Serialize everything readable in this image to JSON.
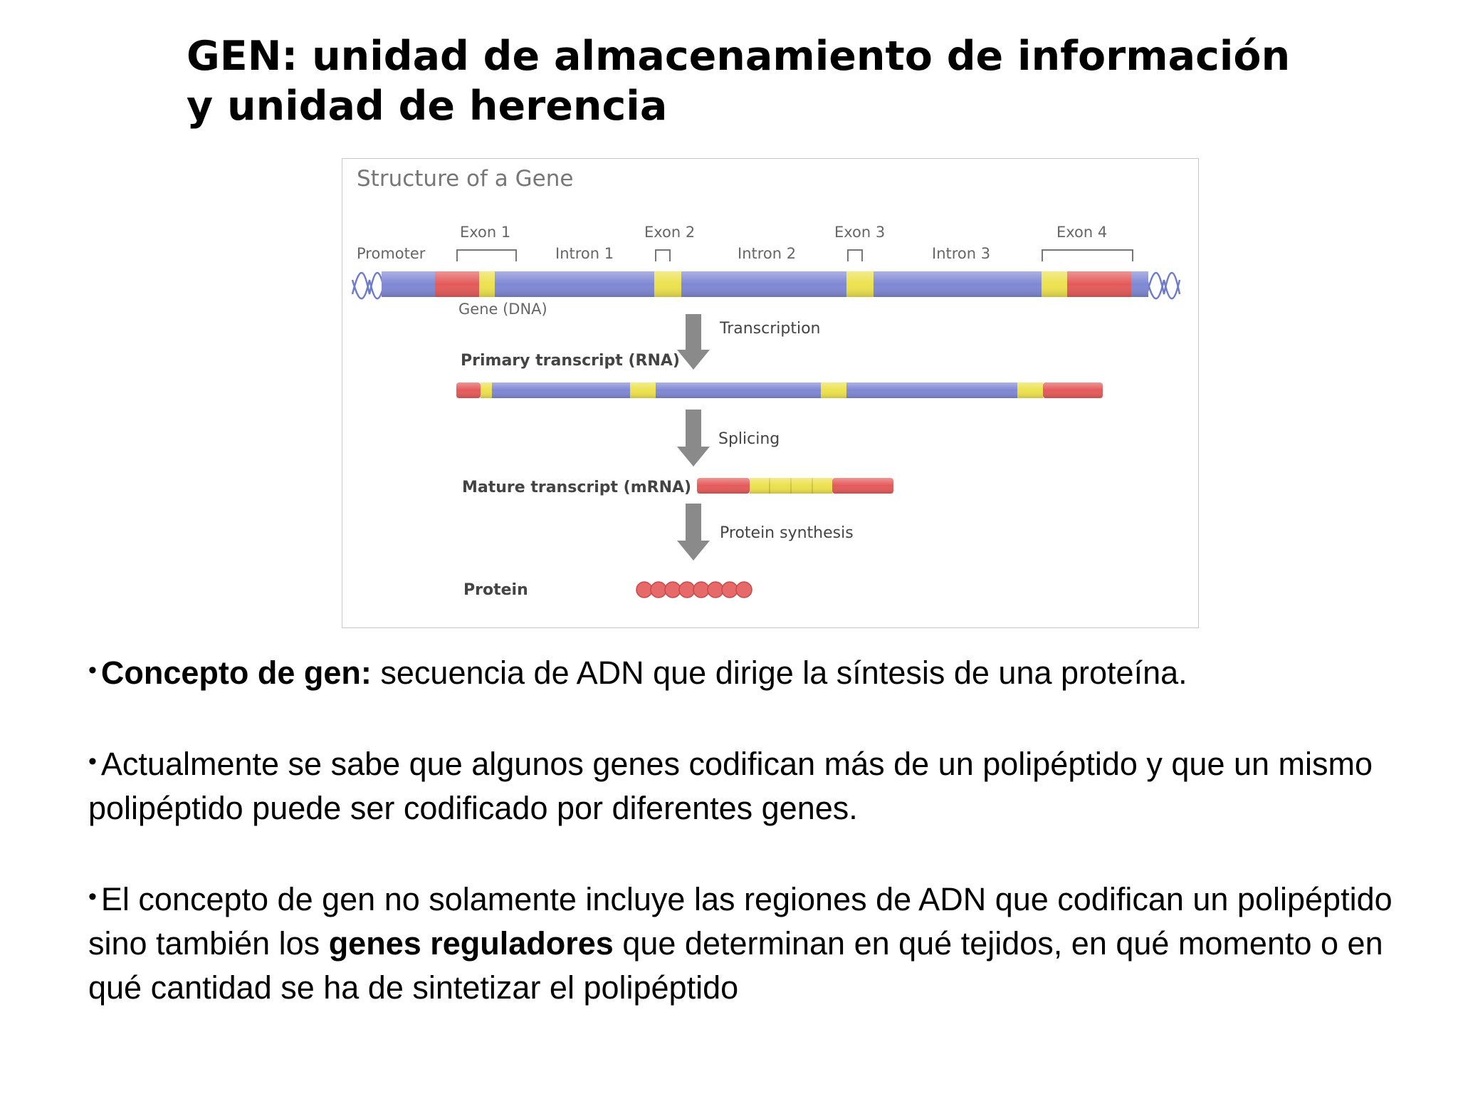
{
  "title": {
    "line1": "GEN: unidad de almacenamiento de información",
    "line2": "y unidad de herencia"
  },
  "figure": {
    "title": "Structure of a Gene",
    "labels": {
      "promoter": "Promoter",
      "exon1": "Exon 1",
      "exon2": "Exon 2",
      "exon3": "Exon 3",
      "exon4": "Exon 4",
      "intron1": "Intron 1",
      "intron2": "Intron 2",
      "intron3": "Intron 3",
      "gene": "Gene (DNA)",
      "transcription": "Transcription",
      "primary": "Primary transcript (RNA)",
      "splicing": "Splicing",
      "mature": "Mature transcript (mRNA)",
      "synthesis": "Protein synthesis",
      "protein": "Protein"
    },
    "colors": {
      "exon_coding": "#e45a5a",
      "exon_boundary": "#ece14e",
      "intron": "#7f88d4",
      "arrow": "#8a8a8a",
      "protein_bead": "#e66a6a"
    },
    "protein_bead_count": 8
  },
  "bullets": {
    "b1_bold": "Concepto de gen:",
    "b1_text": " secuencia de ADN que dirige la síntesis de una proteína.",
    "b2_text": "Actualmente se sabe que algunos genes codifican más de un polipéptido y que un mismo polipéptido puede ser codificado por diferentes genes.",
    "b3_text_a": "El concepto de gen no solamente  incluye las regiones de ADN que codifican un polipéptido sino también los ",
    "b3_bold": "genes reguladores",
    "b3_text_b": " que determinan en qué tejidos, en qué momento o en qué cantidad se ha de sintetizar el polipéptido"
  }
}
